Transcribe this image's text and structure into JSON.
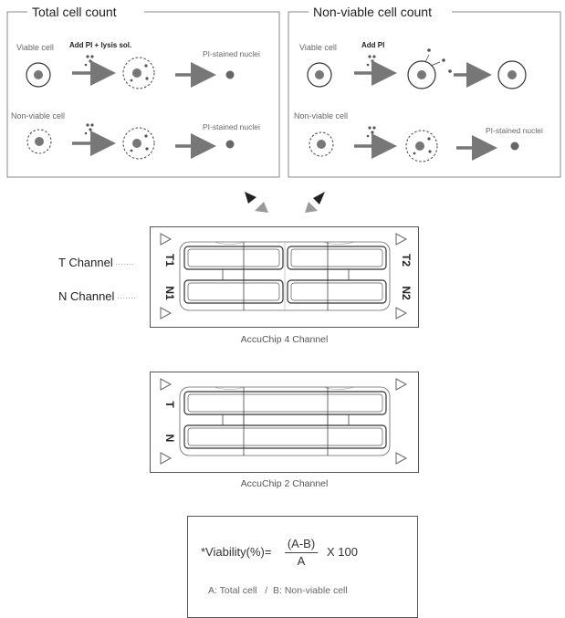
{
  "panels": {
    "total": {
      "title": "Total cell count",
      "viable_label": "Viable cell",
      "reagent_label": "Add PI + lysis sol.",
      "pi_label_1": "PI-stained nuclei",
      "nonviable_label": "Non-viable cell",
      "pi_label_2": "PI-stained nuclei"
    },
    "nonviable": {
      "title": "Non-viable cell count",
      "viable_label": "Viable cell",
      "reagent_label": "Add PI",
      "nonviable_label": "Non-viable cell",
      "pi_label": "PI-stained nuclei"
    }
  },
  "chip4": {
    "t_channel_label": "T Channel",
    "n_channel_label": "N Channel",
    "t1": "T1",
    "n1": "N1",
    "t2": "T2",
    "n2": "N2",
    "caption": "AccuChip 4 Channel"
  },
  "chip2": {
    "t": "T",
    "n": "N",
    "caption": "AccuChip 2 Channel"
  },
  "formula": {
    "lhs": "*Viability(%)=",
    "numerator": "(A-B)",
    "denominator": "A",
    "multiplier": "X 100",
    "legend": "A: Total cell   /  B: Non-viable cell"
  },
  "colors": {
    "line": "#444444",
    "arrow": "#777777",
    "nucleus": "#777777",
    "pi_dot": "#666666"
  }
}
